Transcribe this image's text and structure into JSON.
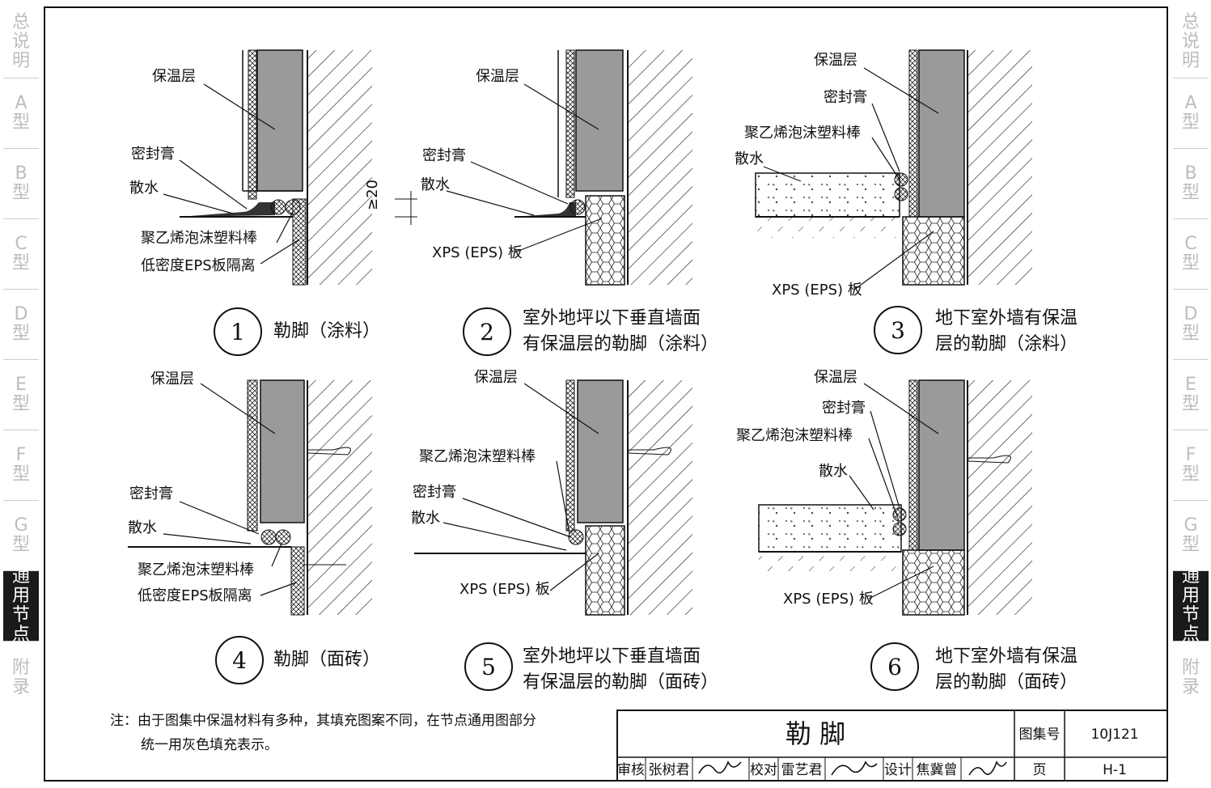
{
  "side_tabs": [
    {
      "label": "总说明",
      "active": false
    },
    {
      "label": "A型",
      "active": false
    },
    {
      "label": "B型",
      "active": false
    },
    {
      "label": "C型",
      "active": false
    },
    {
      "label": "D型",
      "active": false
    },
    {
      "label": "E型",
      "active": false
    },
    {
      "label": "F型",
      "active": false
    },
    {
      "label": "G型",
      "active": false
    },
    {
      "label": "通用节点",
      "active": true
    },
    {
      "label": "附录",
      "active": false
    }
  ],
  "details": [
    {
      "num": "1",
      "caption": [
        "勒脚（涂料）"
      ]
    },
    {
      "num": "2",
      "caption": [
        "室外地坪以下垂直墙面",
        "有保温层的勒脚（涂料）"
      ]
    },
    {
      "num": "3",
      "caption": [
        "地下室外墙有保温",
        "层的勒脚（涂料）"
      ]
    },
    {
      "num": "4",
      "caption": [
        "勒脚（面砖）"
      ]
    },
    {
      "num": "5",
      "caption": [
        "室外地坪以下垂直墙面",
        "有保温层的勒脚（面砖）"
      ]
    },
    {
      "num": "6",
      "caption": [
        "地下室外墙有保温",
        "层的勒脚（面砖）"
      ]
    }
  ],
  "labels": {
    "insulation": "保温层",
    "sealant": "密封膏",
    "apron": "散水",
    "pe_rod": "聚乙烯泡沫塑料棒",
    "eps_isolation": "低密度EPS板隔离",
    "xps": "XPS (EPS) 板",
    "dim20": "≥20"
  },
  "note": {
    "line1": "注：由于图集中保温材料有多种，其填充图案不同，在节点通用图部分",
    "line2": "统一用灰色填充表示。"
  },
  "title_block": {
    "title": "勒 脚",
    "atlas_label": "图集号",
    "atlas_no": "10J121",
    "review_label": "审核",
    "reviewer": "张树君",
    "check_label": "校对",
    "checker": "雷艺君",
    "design_label": "设计",
    "designer": "焦冀曾",
    "page_label": "页",
    "page_no": "H-1"
  }
}
